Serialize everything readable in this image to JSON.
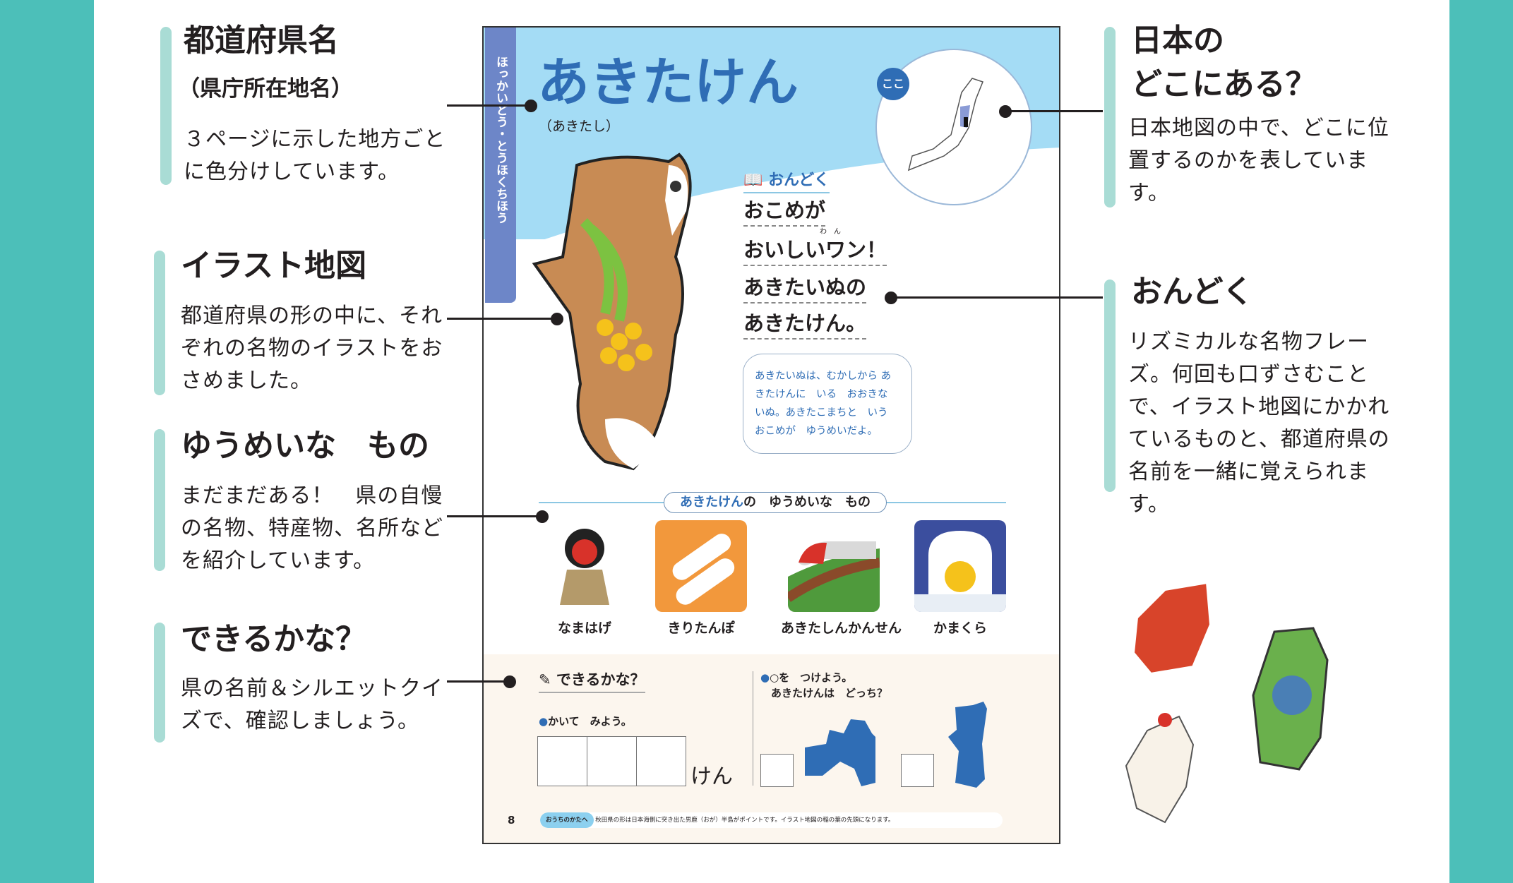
{
  "left_annotations": [
    {
      "title": "都道府県名",
      "subtitle": "（県庁所在地名）",
      "body": "３ページに示した地方ごとに色分けしています。"
    },
    {
      "title": "イラスト地図",
      "body": "都道府県の形の中に、それぞれの名物のイラストをおさめました。"
    },
    {
      "title": "ゆうめいな　もの",
      "body": "まだまだある！　県の自慢の名物、特産物、名所などを紹介しています。"
    },
    {
      "title": "できるかな？",
      "body": "県の名前＆シルエットクイズで、確認しましょう。"
    }
  ],
  "right_annotations": [
    {
      "title_line1": "日本の",
      "title_line2": "どこにある？",
      "body": "日本地図の中で、どこに位置するのかを表しています。"
    },
    {
      "title": "おんどく",
      "body": "リズミカルな名物フレーズ。何回も口ずさむことで、イラスト地図にかかれているものと、都道府県の名前を一緒に覚えられます。"
    }
  ],
  "page": {
    "region_tab": "ほっかいどう・とうほくちほう",
    "prefecture": "あきたけん",
    "capital": "（あきたし）",
    "map_badge": "ここ",
    "ondoku": {
      "label": "おんどく",
      "lines": [
        "おこめが",
        "おいしいワン！",
        "あきたいぬの",
        "あきたけん。"
      ],
      "ruby": "わ　ん"
    },
    "note": "あきたいぬは、むかしから あきたけんに　いる　おおきな いぬ。あきたこまちと　いう おこめが　ゆうめいだよ。",
    "famous": {
      "heading_accent": "あきたけん",
      "heading_rest": "の　ゆうめいな　もの",
      "items": [
        {
          "label": "なまはげ"
        },
        {
          "label": "きりたんぽ"
        },
        {
          "label": "あきたしんかんせん"
        },
        {
          "label": "かまくら"
        }
      ]
    },
    "quiz": {
      "title": "できるかな？",
      "write_prompt": "かいて　みよう。",
      "suffix": "けん",
      "choose_line1": "○を　つけよう。",
      "choose_line2": "あきたけんは　どっち？"
    },
    "footer": {
      "page_number": "8",
      "tag": "おうちのかたへ",
      "text": "秋田県の形は日本海側に突き出た男鹿（おが）半島がポイントです。イラスト地図の稲の葉の先頭になります。"
    }
  },
  "colors": {
    "teal": "#4cbfb9",
    "accent_bar": "#a9dcd5",
    "title_blue": "#2f6db5",
    "sky": "#a4dcf5",
    "region_tab": "#6d86c8",
    "quiz_bg": "#fcf6ee",
    "shape_blue": "#2f6db5"
  }
}
